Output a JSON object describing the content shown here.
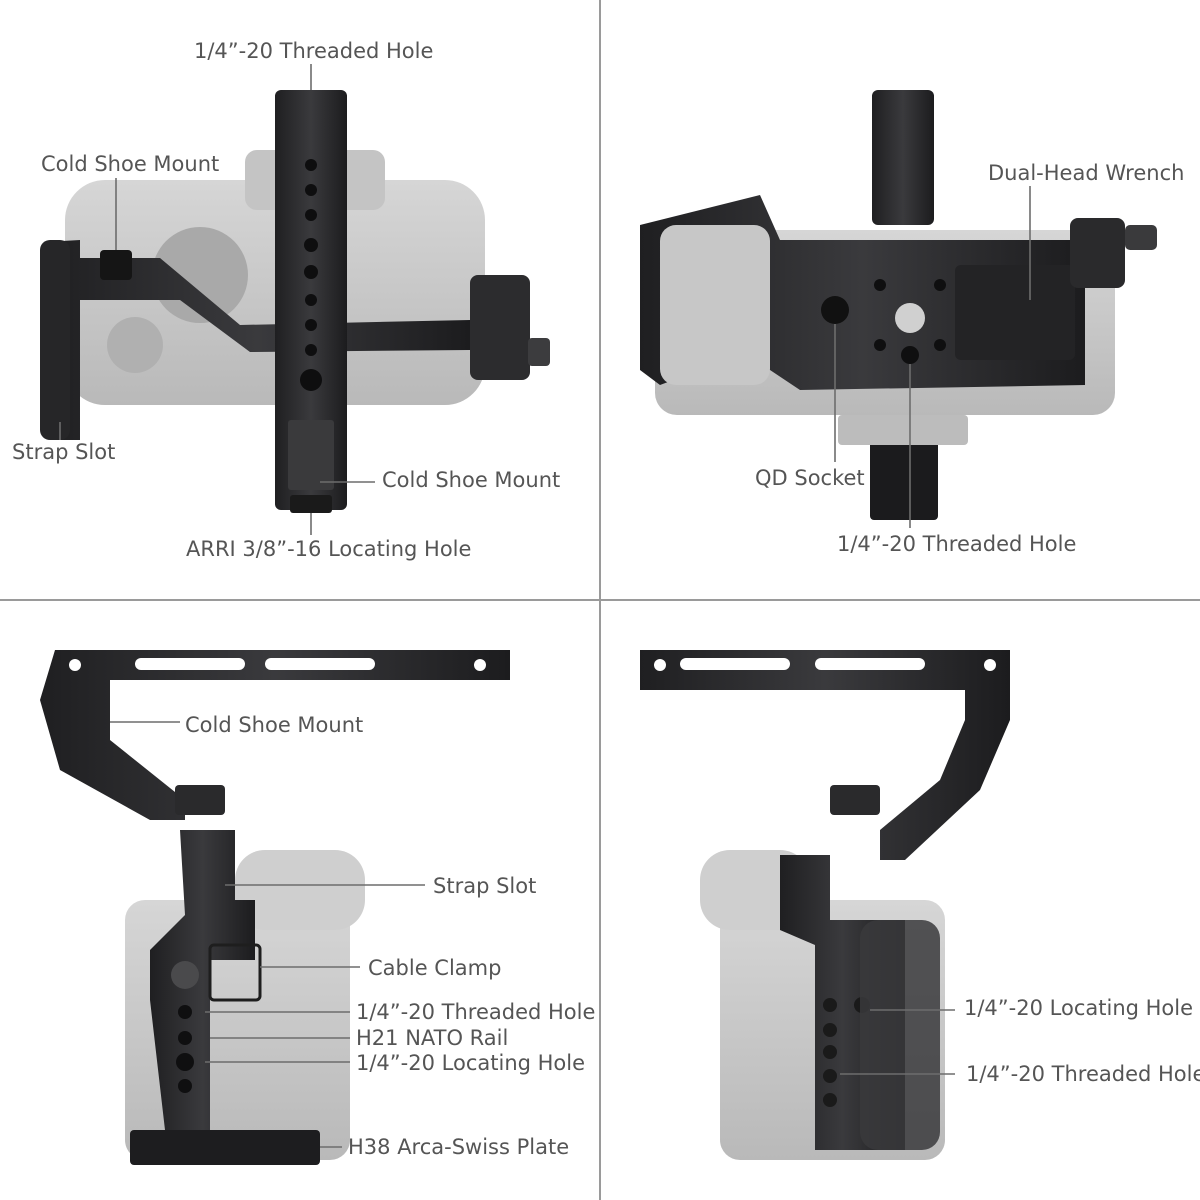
{
  "quadrants": {
    "top_left": {
      "labels": {
        "threaded_hole": "1/4”-20 Threaded Hole",
        "cold_shoe_left": "Cold Shoe Mount",
        "strap_slot": "Strap Slot",
        "cold_shoe_right": "Cold Shoe Mount",
        "arri_hole": "ARRI 3/8”-16 Locating Hole"
      }
    },
    "top_right": {
      "labels": {
        "wrench": "Dual-Head Wrench",
        "qd_socket": "QD Socket",
        "threaded_hole": "1/4”-20 Threaded Hole"
      }
    },
    "bottom_left": {
      "labels": {
        "cold_shoe": "Cold Shoe Mount",
        "strap_slot": "Strap Slot",
        "cable_clamp": "Cable Clamp",
        "threaded_hole": "1/4”-20 Threaded Hole",
        "nato_rail": "H21 NATO Rail",
        "locating_hole": "1/4”-20 Locating Hole",
        "arca_plate": "H38 Arca-Swiss Plate"
      }
    },
    "bottom_right": {
      "labels": {
        "locating_hole": "1/4”-20 Locating Hole",
        "threaded_hole": "1/4”-20 Threaded Hole"
      }
    }
  },
  "colors": {
    "label_text": "#555555",
    "leader_line": "#6d6d6d",
    "divider": "#9a9a9a",
    "metal_dark": "#2b2b2d",
    "camera_gray": "#c9c9c9"
  }
}
